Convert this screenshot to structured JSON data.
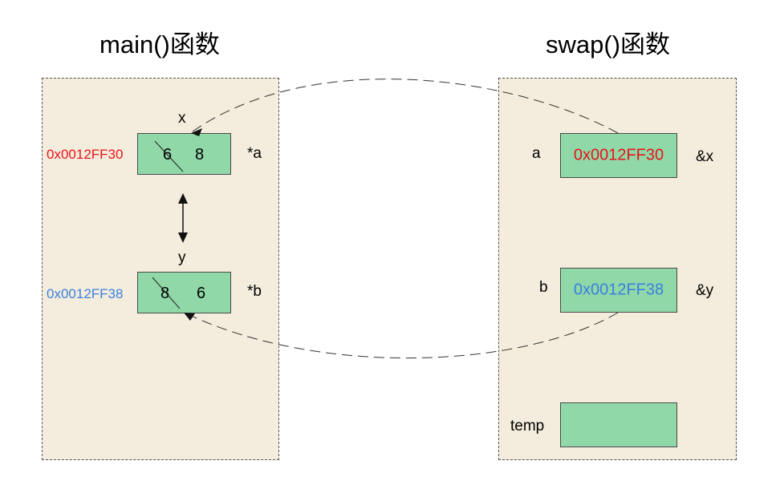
{
  "main_frame": {
    "title": "main()函数",
    "x_label": "x",
    "y_label": "y",
    "x_address": "0x0012FF30",
    "y_address": "0x0012FF38",
    "x_old_value": "6",
    "x_new_value": "8",
    "y_old_value": "8",
    "y_new_value": "6",
    "x_alias": "*a",
    "y_alias": "*b"
  },
  "swap_frame": {
    "title": "swap()函数",
    "a_label": "a",
    "b_label": "b",
    "temp_label": "temp",
    "a_value": "0x0012FF30",
    "b_value": "0x0012FF38",
    "a_ref": "&x",
    "b_ref": "&y"
  },
  "colors": {
    "frame_bg": "#f4eddd",
    "cell_fill": "#90d8a8",
    "address_x": "#e8131a",
    "address_y": "#3a7fe0"
  }
}
